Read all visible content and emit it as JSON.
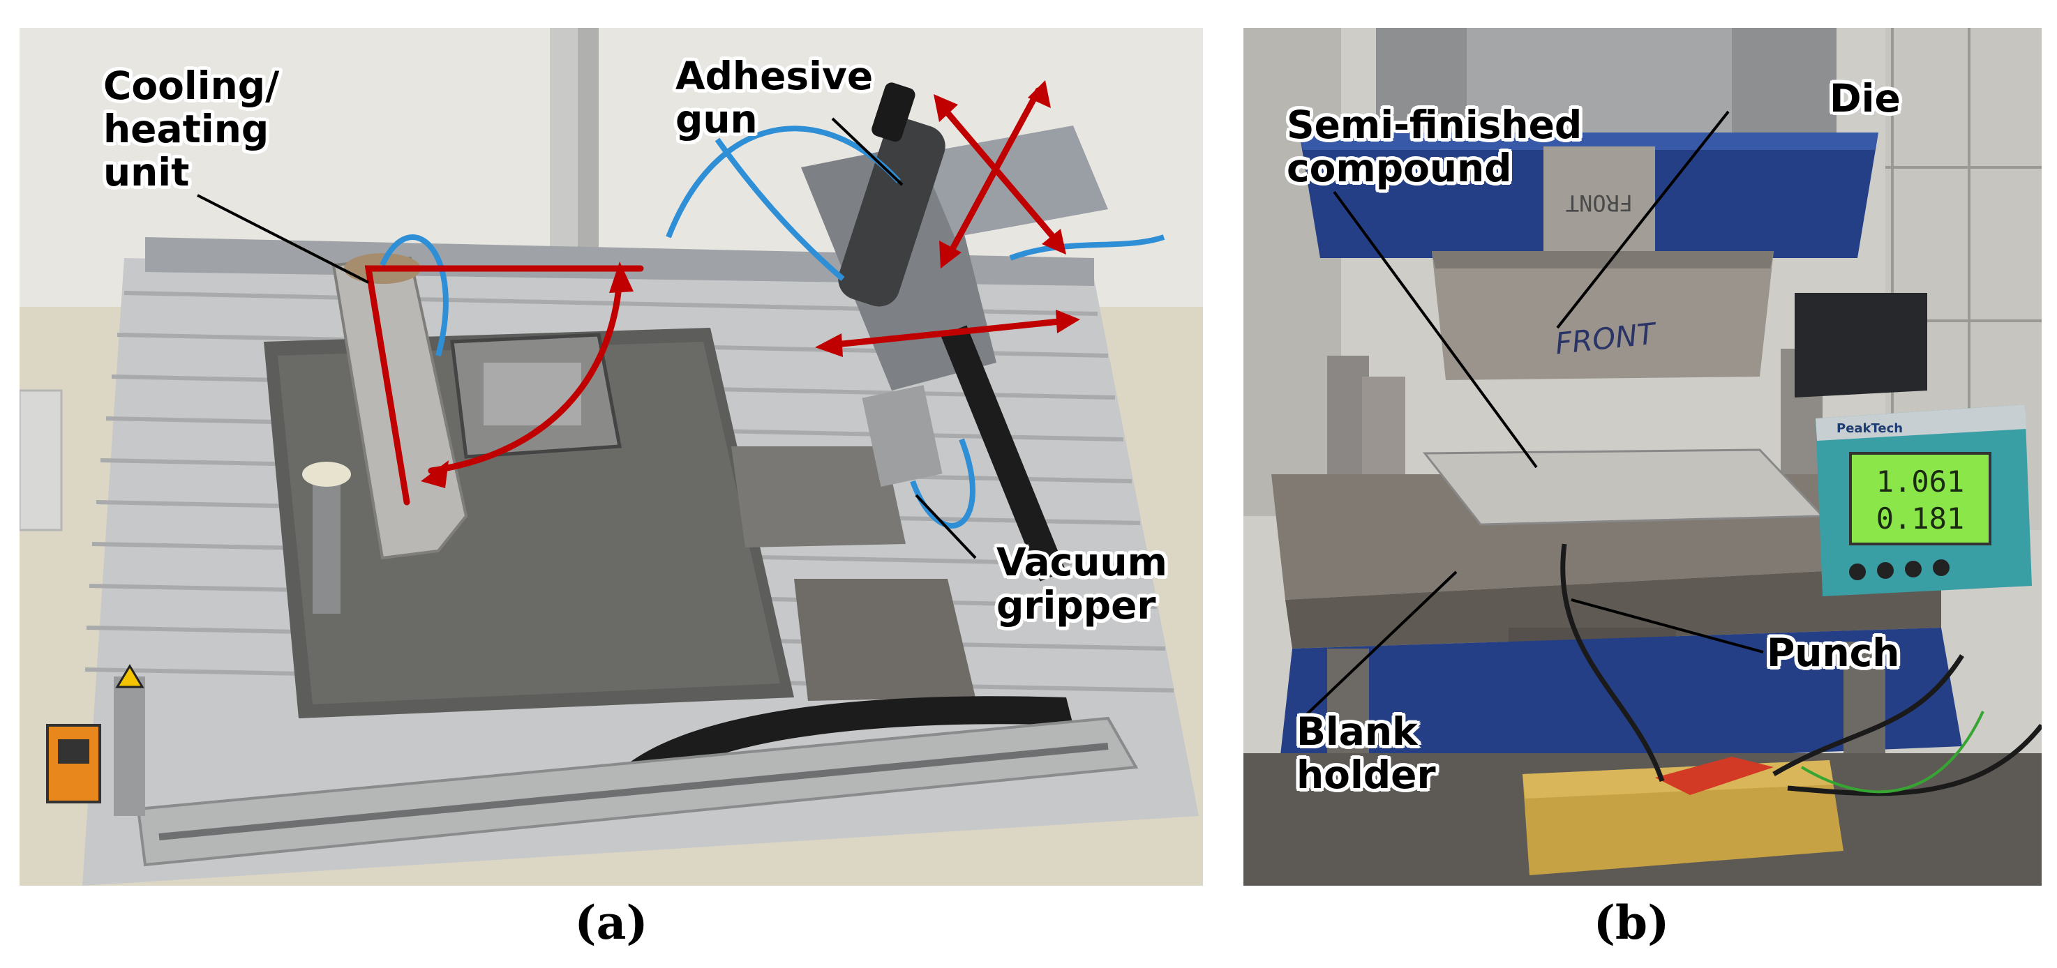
{
  "panel_a": {
    "label": "(a)",
    "callouts": {
      "cooling_heating_unit": "Cooling/\nheating\nunit",
      "adhesive_gun": "Adhesive\ngun",
      "vacuum_gripper": "Vacuum\ngripper"
    },
    "arrow_color": "#c00000"
  },
  "panel_b": {
    "label": "(b)",
    "callouts": {
      "semi_finished_compound": "Semi-finished\ncompound",
      "die": "Die",
      "punch": "Punch",
      "blank_holder": "Blank\nholder"
    },
    "die_stamp_text": "FRONT",
    "die_handwriting": "FRONT",
    "meter_brand": "PeakTech",
    "meter_readings": [
      "1.061",
      "0.181"
    ]
  }
}
